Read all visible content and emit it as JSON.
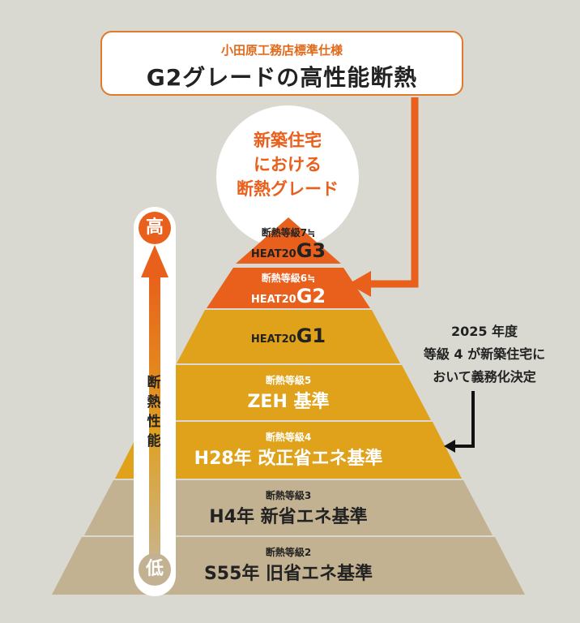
{
  "title": {
    "subtitle": "小田原工務店標準仕様",
    "main": "G2グレードの高性能断熱"
  },
  "circle": {
    "lines": [
      "新築住宅",
      "における",
      "断熱グレード"
    ]
  },
  "levels": {
    "g3": {
      "grade": "断熱等級7≒",
      "heat_prefix": "HEAT20",
      "heat_grade": "G3"
    },
    "g2": {
      "grade": "断熱等級6≒",
      "heat_prefix": "HEAT20",
      "heat_grade": "G2"
    },
    "g1": {
      "heat_prefix": "HEAT20",
      "heat_grade": "G1"
    },
    "zeh": {
      "grade": "断熱等級5",
      "standard": "ZEH 基準"
    },
    "h28": {
      "grade": "断熱等級4",
      "standard": "H28年 改正省エネ基準"
    },
    "h4": {
      "grade": "断熱等級3",
      "standard": "H4年 新省エネ基準"
    },
    "s55": {
      "grade": "断熱等級2",
      "standard": "S55年 旧省エネ基準"
    }
  },
  "note": {
    "lines": [
      "2025 年度",
      "等級 4 が新築住宅に",
      "おいて義務化決定"
    ]
  },
  "axis": {
    "high": "高",
    "low": "低",
    "label": [
      "断",
      "熱",
      "性",
      "能"
    ]
  },
  "colors": {
    "background": "#d9d9d2",
    "accent_orange": "#e8601c",
    "gold": "#dfa21a",
    "tan": "#c3b291",
    "title_border": "#e07a2a"
  }
}
